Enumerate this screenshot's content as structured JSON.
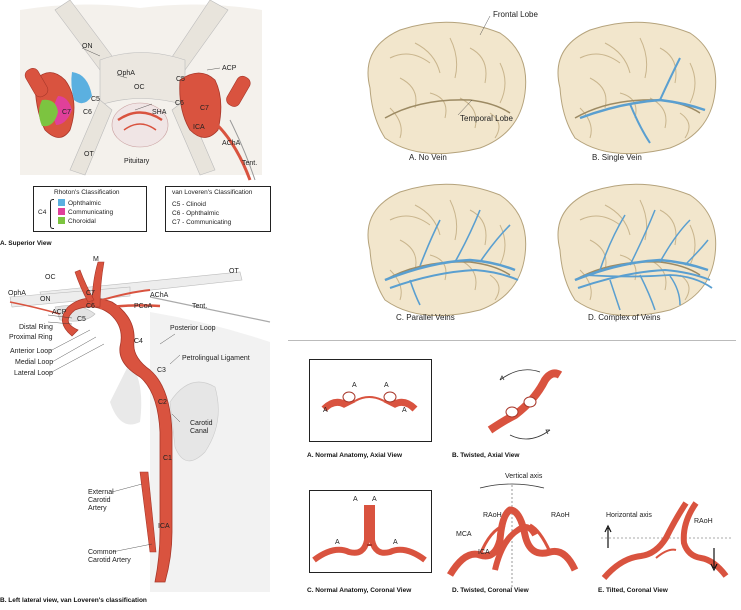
{
  "colors": {
    "artery": "#d9533f",
    "artery_dark": "#a8372a",
    "vein": "#5a9fd0",
    "brain": "#f2e6cc",
    "brain_shade": "#d8c7a3",
    "ophthalmic": "#5bb0e0",
    "communicating": "#e0409a",
    "choroidal": "#7cc440",
    "bone": "#e8e8e8"
  },
  "panel_a": {
    "labels": {
      "on": "ON",
      "opha": "OphA",
      "oc": "OC",
      "c5_left": "C5",
      "c7_left": "C7",
      "c6_left": "C6",
      "sha": "SHA",
      "ot": "OT",
      "pituitary": "Pituitary",
      "acp": "ACP",
      "c5_right": "C5",
      "c6_right": "C6",
      "c7_right": "C7",
      "ica": "ICA",
      "acha": "AChA",
      "tent": "Tent."
    },
    "rhoton": {
      "title": "Rhoton's Classification",
      "c4": "C4",
      "items": [
        "Ophthalmic",
        "Communicating",
        "Choroidal"
      ]
    },
    "vanloveren": {
      "title": "van Loveren's Classification",
      "items": [
        "C5 - Clinoid",
        "C6 - Ophthalmic",
        "C7 - Communicating"
      ]
    },
    "caption": "A. Superior View"
  },
  "panel_b": {
    "labels": {
      "m1": "M",
      "oc": "OC",
      "ot": "OT",
      "opha": "OphA",
      "on": "ON",
      "acha": "AChA",
      "pcoa": "PCoA",
      "tent": "Tent.",
      "acp": "ACP",
      "c5": "C5",
      "c6": "C6",
      "c7": "C7",
      "distal_ring": "Distal Ring",
      "proximal_ring": "Proximal Ring",
      "posterior_loop": "Posterior Loop",
      "c4": "C4",
      "petrolingual": "Petrolingual Ligament",
      "anterior_loop": "Anterior Loop",
      "medial_loop": "Medial Loop",
      "lateral_loop": "Lateral Loop",
      "c3": "C3",
      "c2": "C2",
      "carotid_canal": "Carotid Canal",
      "c1": "C1",
      "external": "External Carotid Artery",
      "ica": "ICA",
      "common": "Common Carotid Artery"
    },
    "caption": "B. Left lateral view, van Loveren's classification"
  },
  "panel_veins": {
    "frontal_lobe": "Frontal Lobe",
    "temporal_lobe": "Temporal Lobe",
    "captions": [
      "A. No Vein",
      "B. Single Vein",
      "C. Parallel Veins",
      "D. Complex of Veins"
    ]
  },
  "panel_aca": {
    "a_labels": {
      "a1": "A",
      "a2": "A"
    },
    "vertical_axis": "Vertical axis",
    "horizontal_axis": "Horizontal axis",
    "raoh": "RAoH",
    "mca": "MCA",
    "ica": "ICA",
    "captions": [
      "A. Normal Anatomy, Axial View",
      "B. Twisted, Axial View",
      "C. Normal Anatomy, Coronal View",
      "D. Twisted, Coronal View",
      "E. Tilted, Coronal View"
    ]
  }
}
